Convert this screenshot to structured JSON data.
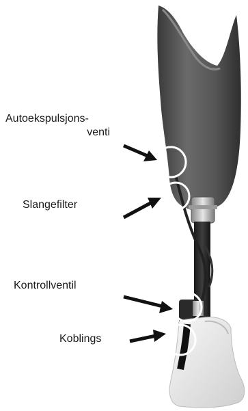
{
  "labels": {
    "auto_line1": "Autoekspulsjons-",
    "auto_line2": "venti",
    "slangefilter": "Slangefilter",
    "kontrollventil": "Kontrollventil",
    "koblings": "Koblings"
  },
  "colors": {
    "socket": "#5e5e5e",
    "pylon": "#2b2b2b",
    "foot": "#ececec",
    "arrow": "#111111",
    "circle": "#ffffff"
  }
}
